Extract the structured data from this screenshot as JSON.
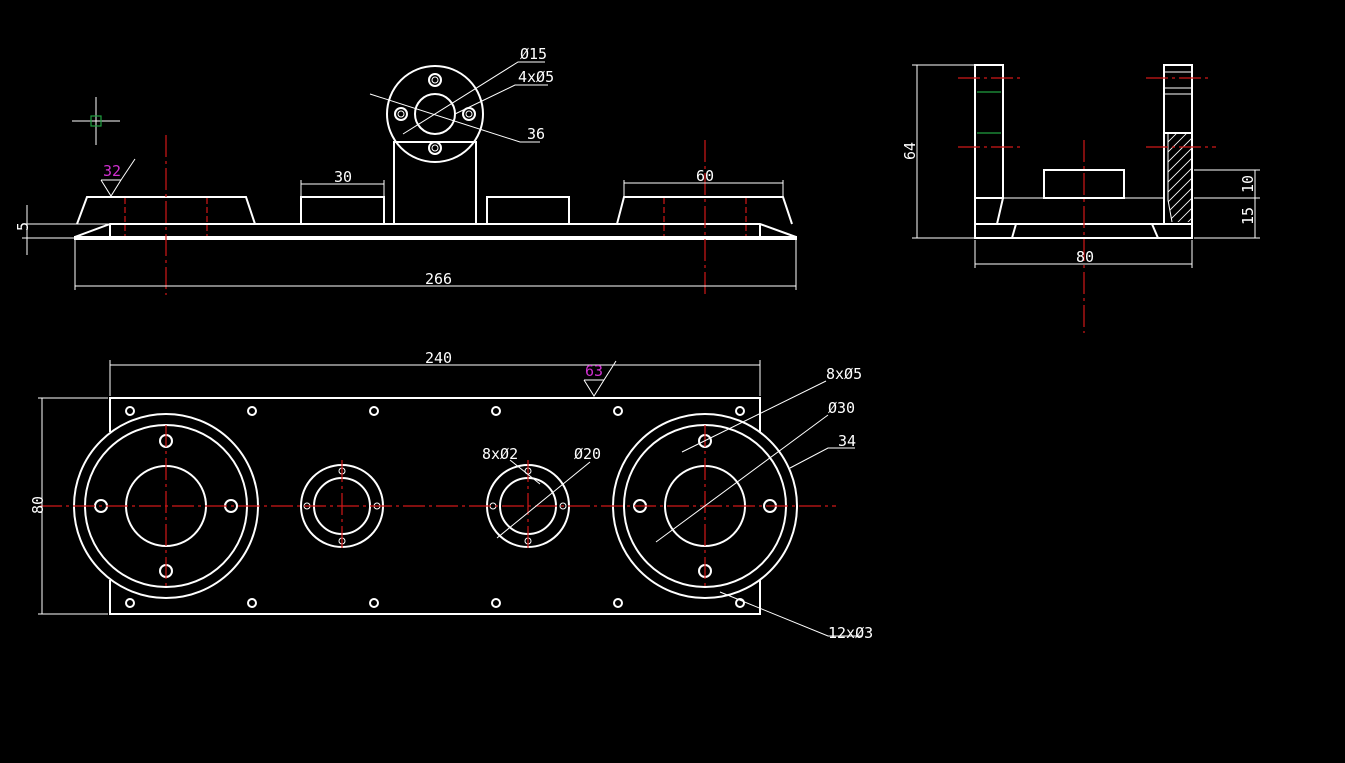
{
  "colors": {
    "background": "#000000",
    "outline": "#ffffff",
    "centerline": "#d01818",
    "roughness_symbol": "#d030d0",
    "cursor": "#20a040"
  },
  "front_view": {
    "dim_overall_length": "266",
    "dim_boss_width": "30",
    "dim_pad_width": "60",
    "dim_base_height": "5",
    "roughness": "32",
    "callout_bore": "Ø15",
    "callout_holes": "4xØ5",
    "callout_flange": "36"
  },
  "side_view": {
    "dim_height": "64",
    "dim_width": "80",
    "dim_step": "10",
    "dim_base": "15"
  },
  "top_view": {
    "dim_length": "240",
    "dim_height": "80",
    "roughness": "63",
    "callout_holes_large": "8xØ5",
    "callout_bore_large": "Ø30",
    "callout_flange_large": "34",
    "callout_holes_small": "8xØ2",
    "callout_bore_small": "Ø20",
    "callout_border_holes": "12xØ3"
  },
  "cursor_icon": "crosshair-icon"
}
